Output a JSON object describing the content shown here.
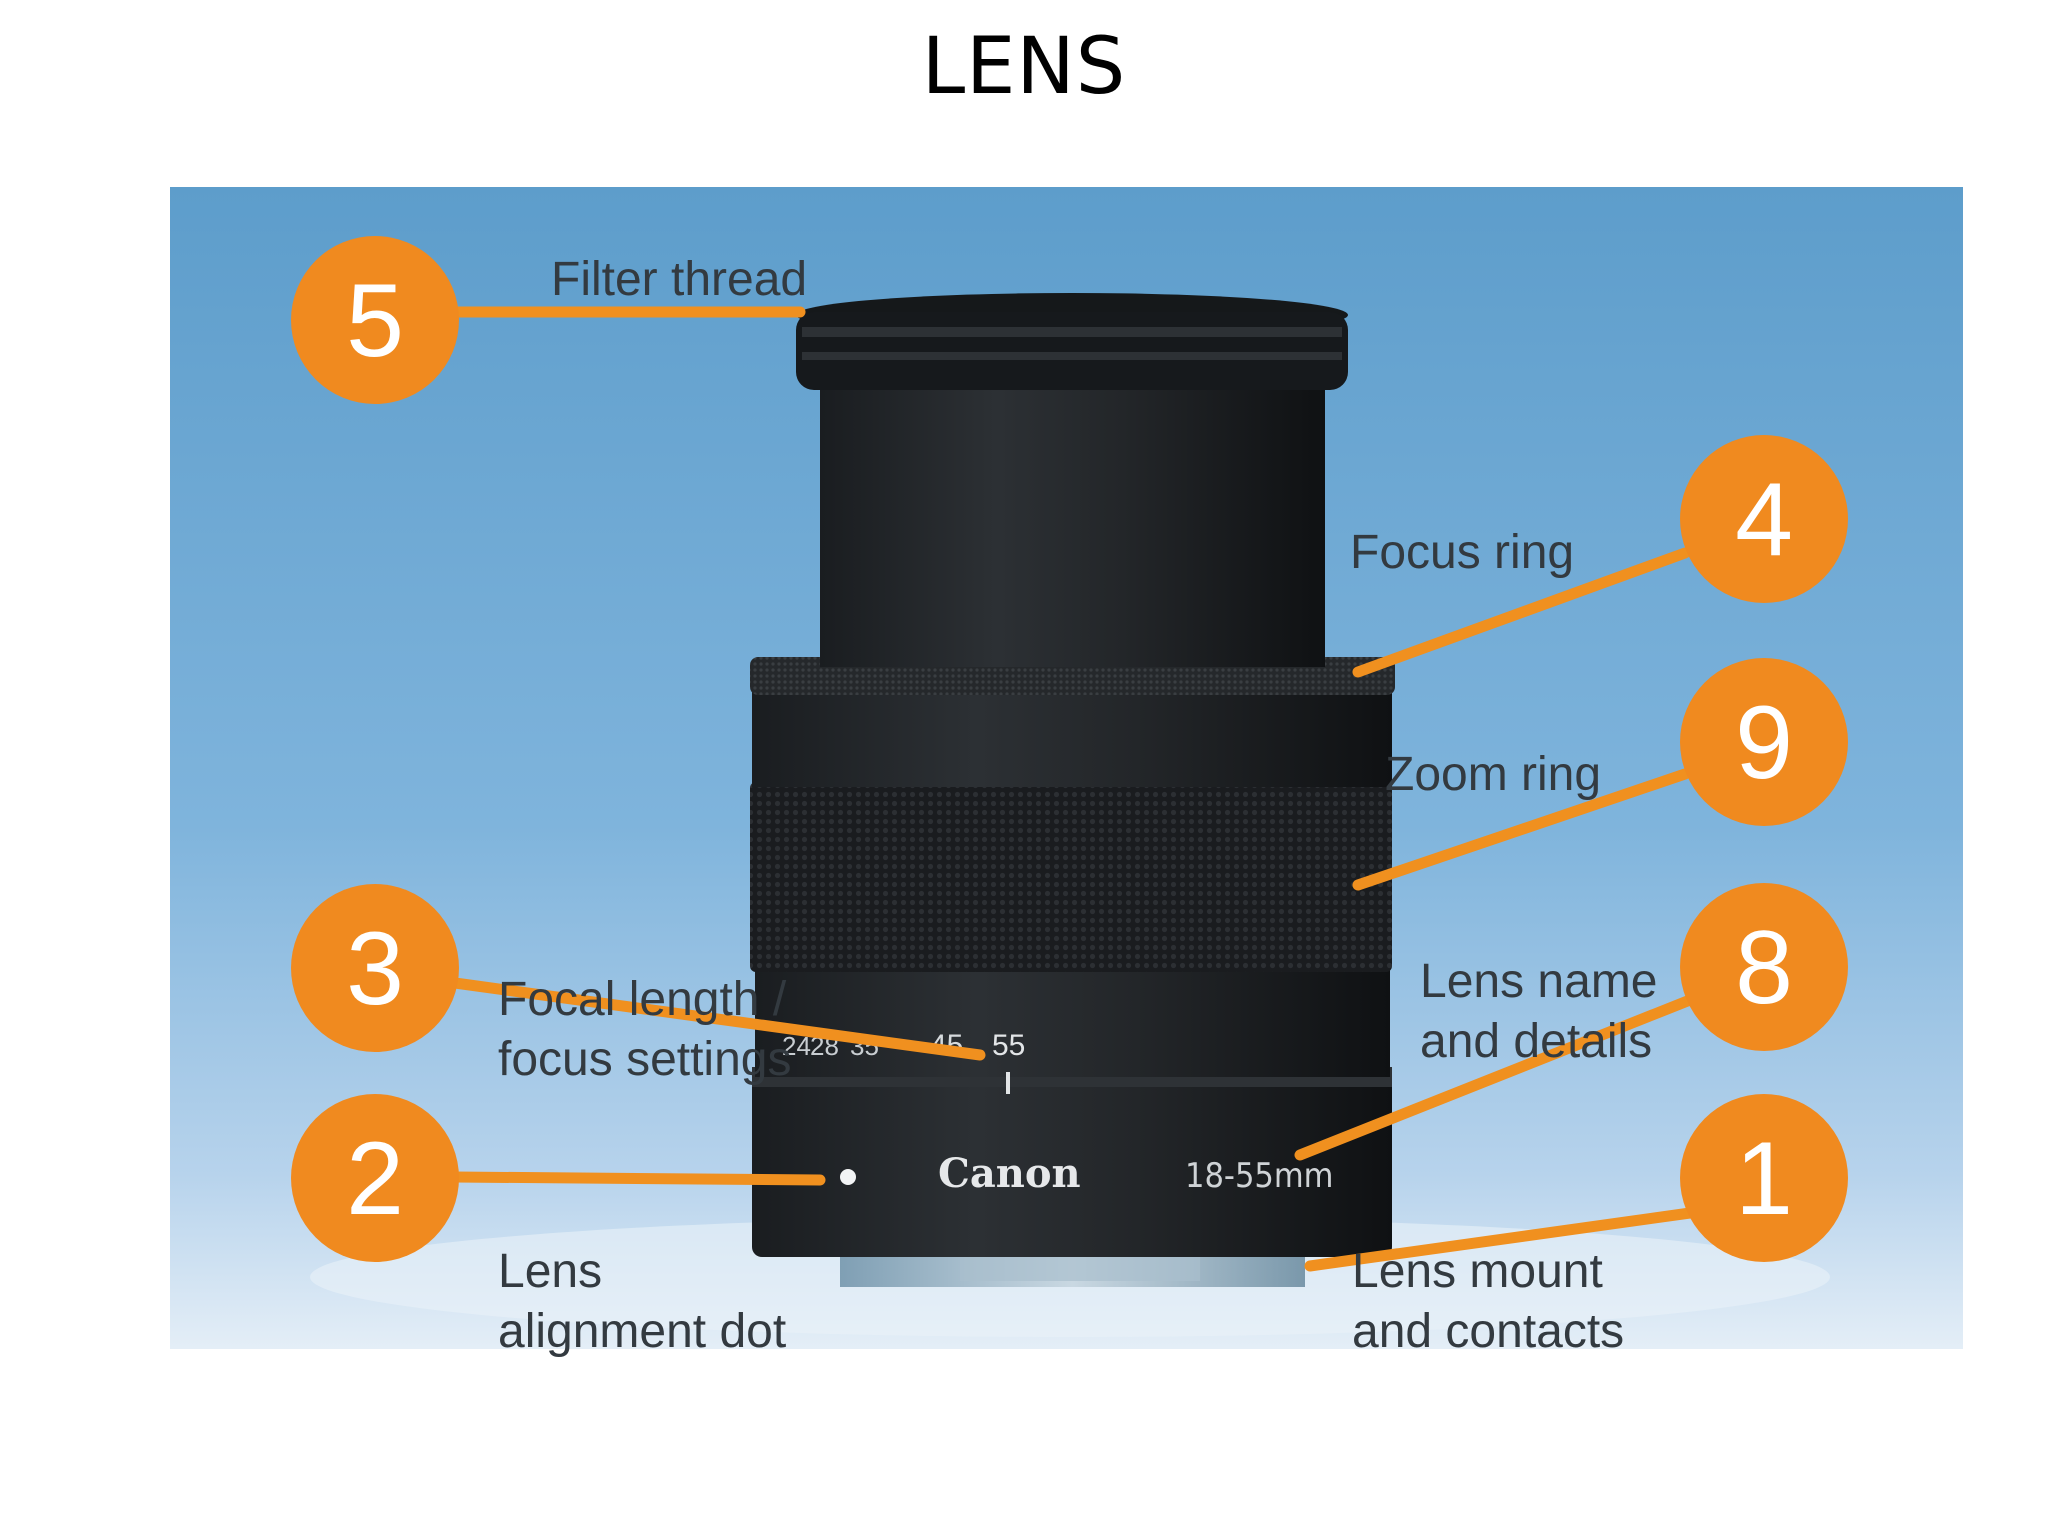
{
  "title": "LENS",
  "lens_markings": {
    "brand": "Canon",
    "focal_range": "18-55mm",
    "scale_numbers": [
      "24",
      "28",
      "35",
      "45",
      "55"
    ]
  },
  "colors": {
    "badge": "#f08a1f",
    "leader": "#f0901f",
    "label_text": "#333a40",
    "sky_top": "#5f9fcc",
    "sky_bottom": "#dde9f4"
  },
  "callouts": [
    {
      "number": "5",
      "line1": "Filter thread",
      "line2": ""
    },
    {
      "number": "4",
      "line1": "Focus ring",
      "line2": ""
    },
    {
      "number": "9",
      "line1": "Zoom ring",
      "line2": ""
    },
    {
      "number": "3",
      "line1": "Focal length /",
      "line2": "focus settings"
    },
    {
      "number": "8",
      "line1": "Lens name",
      "line2": "and details"
    },
    {
      "number": "2",
      "line1": "Lens",
      "line2": "alignment dot"
    },
    {
      "number": "1",
      "line1": "Lens mount",
      "line2": "and contacts"
    }
  ]
}
